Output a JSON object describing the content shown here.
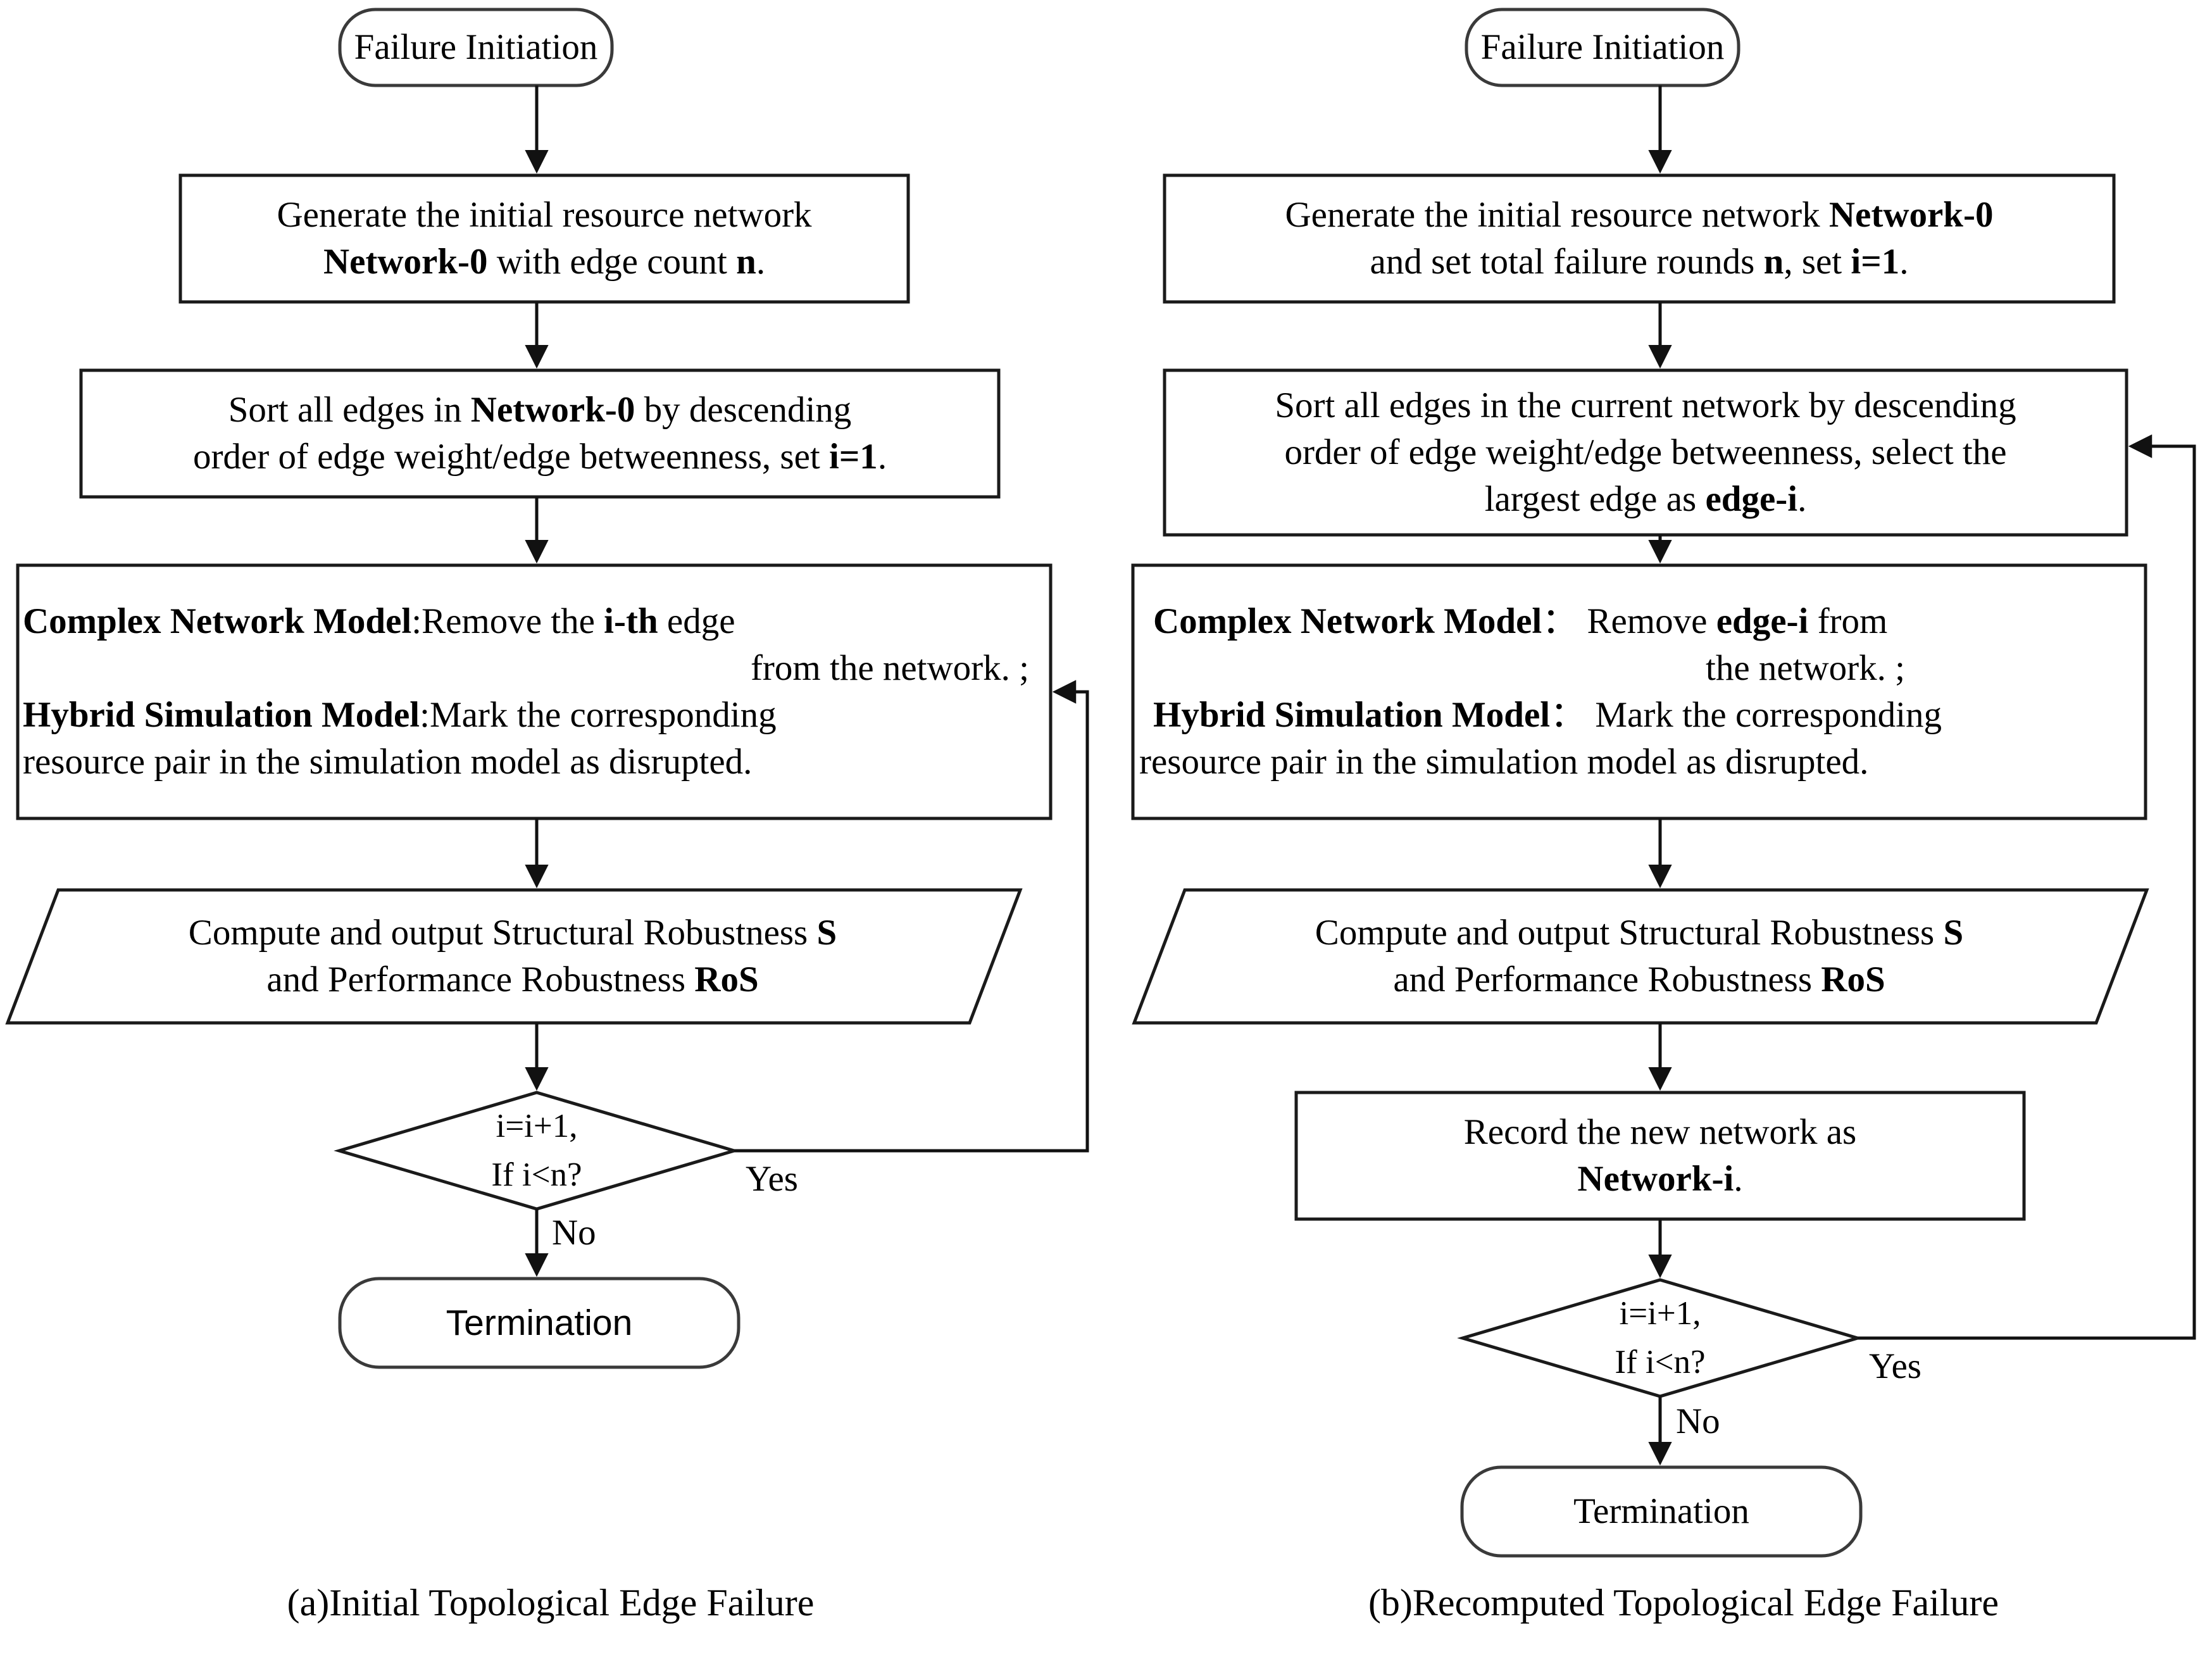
{
  "diagram": {
    "title": "Topological Edge Failure Flowcharts",
    "captions": {
      "a": "(a)Initial Topological Edge Failure",
      "b": "(b)Recomputed Topological Edge Failure"
    },
    "edge_labels": {
      "yes": "Yes",
      "no": "No"
    },
    "colors": {
      "stroke": "#1a1a1a",
      "fill": "#ffffff",
      "text": "#000000"
    }
  },
  "panel_a": {
    "start": {
      "text": "Failure Initiation",
      "shape": "rounded-terminator"
    },
    "generate": {
      "shape": "process",
      "line1_a": "Generate the initial resource network",
      "line2_a": "Network-0",
      "line2_b": " with edge count ",
      "line2_c": "n",
      "line2_d": "."
    },
    "sort": {
      "shape": "process",
      "l1_a": "Sort all edges in ",
      "l1_b": "Network-0",
      "l1_c": " by descending",
      "l2_a": "order of edge weight/edge betweenness, set ",
      "l2_b": "i=1",
      "l2_c": "."
    },
    "models": {
      "shape": "process",
      "m1_label": "Complex Network Model",
      "m1_sep": ":",
      "m1_a": "Remove the ",
      "m1_b": "i-th",
      "m1_c": " edge",
      "m1_line2": "from the network. ;",
      "m2_label": "Hybrid Simulation Model",
      "m2_sep": ":",
      "m2_a": "Mark the corresponding",
      "m2_line2": "resource pair in the simulation model as disrupted."
    },
    "output": {
      "shape": "parallelogram",
      "l1_a": "Compute and output Structural Robustness ",
      "l1_b": "S",
      "l2_a": "and Performance Robustness ",
      "l2_b": "RoS"
    },
    "decision": {
      "shape": "diamond",
      "l1": "i=i+1,",
      "l2": "If i<n?"
    },
    "end": {
      "text": "Termination",
      "shape": "rounded-terminator"
    }
  },
  "panel_b": {
    "start": {
      "text": "Failure Initiation",
      "shape": "rounded-terminator"
    },
    "generate": {
      "shape": "process",
      "l1_a": "Generate the initial resource network ",
      "l1_b": "Network-0",
      "l2_a": "and set total failure rounds ",
      "l2_b": "n",
      "l2_c": ", set ",
      "l2_d": "i=1",
      "l2_e": "."
    },
    "sort": {
      "shape": "process",
      "l1": "Sort all edges in the current network by descending",
      "l2": "order of edge weight/edge betweenness, select the",
      "l3_a": "largest edge as ",
      "l3_b": "edge-i",
      "l3_c": "."
    },
    "models": {
      "shape": "process",
      "m1_label": "Complex Network Model",
      "m1_sep": "：",
      "m1_a": " Remove ",
      "m1_b": "edge-i",
      "m1_c": " from",
      "m1_line2": "the network. ;",
      "m2_label": "Hybrid Simulation Model",
      "m2_sep": "：",
      "m2_a": " Mark the corresponding",
      "m2_line2": "resource pair in the simulation model as disrupted."
    },
    "output": {
      "shape": "parallelogram",
      "l1_a": "Compute and output Structural Robustness ",
      "l1_b": "S",
      "l2_a": "and Performance Robustness ",
      "l2_b": "RoS"
    },
    "record": {
      "shape": "process",
      "l1": "Record the new network as",
      "l2_a": "Network-i",
      "l2_b": "."
    },
    "decision": {
      "shape": "diamond",
      "l1": "i=i+1,",
      "l2": "If i<n?"
    },
    "end": {
      "text": "Termination",
      "shape": "rounded-terminator"
    }
  }
}
